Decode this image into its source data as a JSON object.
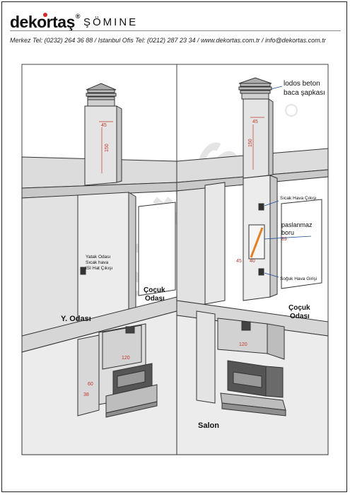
{
  "header": {
    "brand": "dekortaş",
    "brand_suffix": "ŞÖMINE",
    "contact_line": "Merkez Tel: (0232) 264 36 88  /   Istanbul Ofis Tel: (0212) 287 23 34  / www.dekortas.com.tr / info@dekortas.com.tr"
  },
  "watermark": {
    "text": "dekortaş"
  },
  "left_panel": {
    "labels": {
      "vent_outlet": [
        "Yatak Odası",
        "Sıcak hava",
        "ISI Hat Çıkışı"
      ],
      "child_room": [
        "Çoçuk",
        "Odası"
      ],
      "bedroom": "Y. Odası"
    },
    "dimensions": {
      "chimney_width": "45",
      "chimney_height": "150",
      "hearth_width": "120",
      "hearth_depth": "60",
      "side_dim": "38"
    }
  },
  "right_panel": {
    "labels": {
      "chimney_cap": [
        "lodos beton",
        "baca şapkası"
      ],
      "hot_air_outlet": "Sıcak Hava Çıkışı",
      "stainless_pipe": [
        "paslanmaz",
        "boru"
      ],
      "cold_air_inlet": "Soğuk Hava Girişi",
      "child_room": [
        "Çoçuk",
        "Odası"
      ],
      "living_room": "Salon"
    },
    "dimensions": {
      "chimney_width": "45",
      "chimney_height": "150",
      "pipe_dim_a": "89",
      "pipe_dim_b": "40",
      "pipe_dim_c": "45",
      "hearth_width": "120"
    }
  },
  "colors": {
    "wall": "#e2e2e2",
    "wall_dark": "#cdcdcd",
    "outline": "#333333",
    "dimension": "#c0392b",
    "watermark": "#c9c9c9",
    "accent": "#d62a2a"
  }
}
